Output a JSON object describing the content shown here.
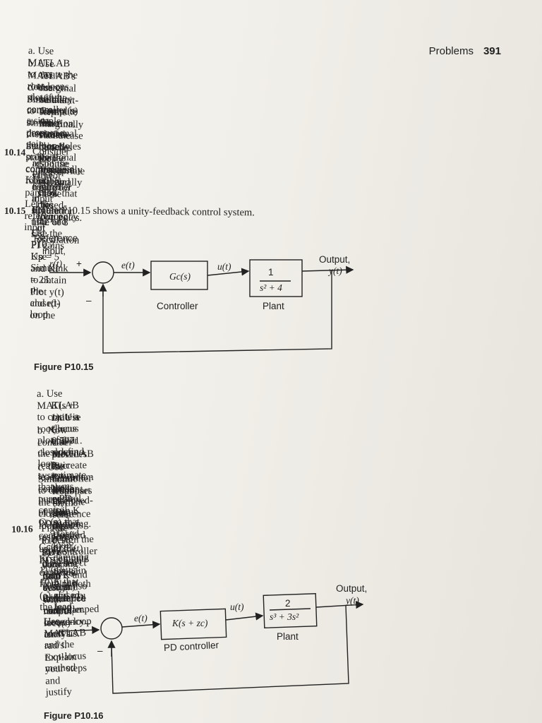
{
  "header": {
    "section": "Problems",
    "page_number": "391"
  },
  "p14prev": {
    "a_label": "a.",
    "a_text": "Use MATLAB to create the root-locus plot if the controller is a simple proportional gain.",
    "b_label": "b.",
    "b_text1": "Use MATLAB's rlocus or rlocfind command(s) to determine the proportional control gain Kp",
    "b_text2": "for marginal stability. Compute the closed-loop poles for the marginally stable case.",
    "c_label": "c.",
    "c_text1": "Use Simulink to simulate the marginally stable P-controller found in part (b). Let the reference input",
    "c_text2": "be a unit-step function. Plot the closed-loop response y(t) and show that the frequency of oscillation",
    "c_text3": "for the marginally stable case matches the appropriate marginally stable closed-loop poles."
  },
  "p1014": {
    "number": "10.14",
    "line1": "Consider again the PI controller in Problem 10.7 and Fig. P10.7. Use Simulink to obtain the closed-loop",
    "line2": "response y(t) for a ramp input r(t) = 1.4t. Use the PI gains Kp = 5 and KI = 25. Plot y(t) and r(t) on the",
    "line3": "same figure for a simulation time of 8 s."
  },
  "p1015": {
    "number": "10.15",
    "line1": "Figure P10.15 shows a unity-feedback control system."
  },
  "fig15": {
    "ref1": "Reference",
    "ref2": "input,",
    "ref3": "r(t)",
    "plus": "+",
    "minus": "–",
    "e": "e(t)",
    "gc": "Gc(s)",
    "u": "u(t)",
    "plant_num": "1",
    "plant_den": "s² + 4",
    "out1": "Output,",
    "out2": "y(t)",
    "controller": "Controller",
    "plant": "Plant",
    "caption": "Figure P10.15"
  },
  "p1015parts": {
    "a_label": "a.",
    "a_1": "Use MATLAB to create a root-locus plot for a closed-loop system that uses pure PD control Gc(s) =",
    "a_2": "K(s + 1). Use rlocus and/or rlocfind to estimate the control gain K so that closed-loop damping",
    "a_3": "ratio is ζ = 0.7071.",
    "b_label": "b.",
    "b_1": "Now consider the more realistic lead controller instead of pure PD control: Gc(s) = K(s + 1)/(s + 10).",
    "b_2": "Use MATLAB to create the root locus. Use rlocus and/or rlocfind to compute the gain K that",
    "b_3": "provides the maximum amount of closed-loop damping.",
    "c_label": "c.",
    "c_1": "Use Simulink to obtain the closed-loop responses using the PD controller from part (a) and the lead",
    "c_2": "controller from part (b). The reference input is r(t) = 0.2U(t) in both cases. Plot both closed-loop",
    "c_3": "responses on the same figure."
  },
  "p1016": {
    "number": "10.16",
    "line1": "Figure P10.16 shows a closed-loop system with a PD controller. Use MATLAB and the root-locus method",
    "line2": "to design the PD controller (i.e., select gain K and zero zc) so that the underdamped closed-loop roots",
    "line3": "have damping ratio ζ > 0.65 and undamped natural frequency ωn > 1 rad/s. Explain your steps and justify",
    "line4": "your final design with root-locus analysis."
  },
  "fig16": {
    "ref1": "Reference",
    "ref2": "input,",
    "ref3": "r(t)",
    "plus": "+",
    "minus": "–",
    "e": "e(t)",
    "gc": "K(s + zc)",
    "u": "u(t)",
    "plant_num": "2",
    "plant_den": "s³ + 3s²",
    "out1": "Output,",
    "out2": "y(t)",
    "controller": "PD controller",
    "plant": "Plant",
    "caption": "Figure P10.16"
  }
}
